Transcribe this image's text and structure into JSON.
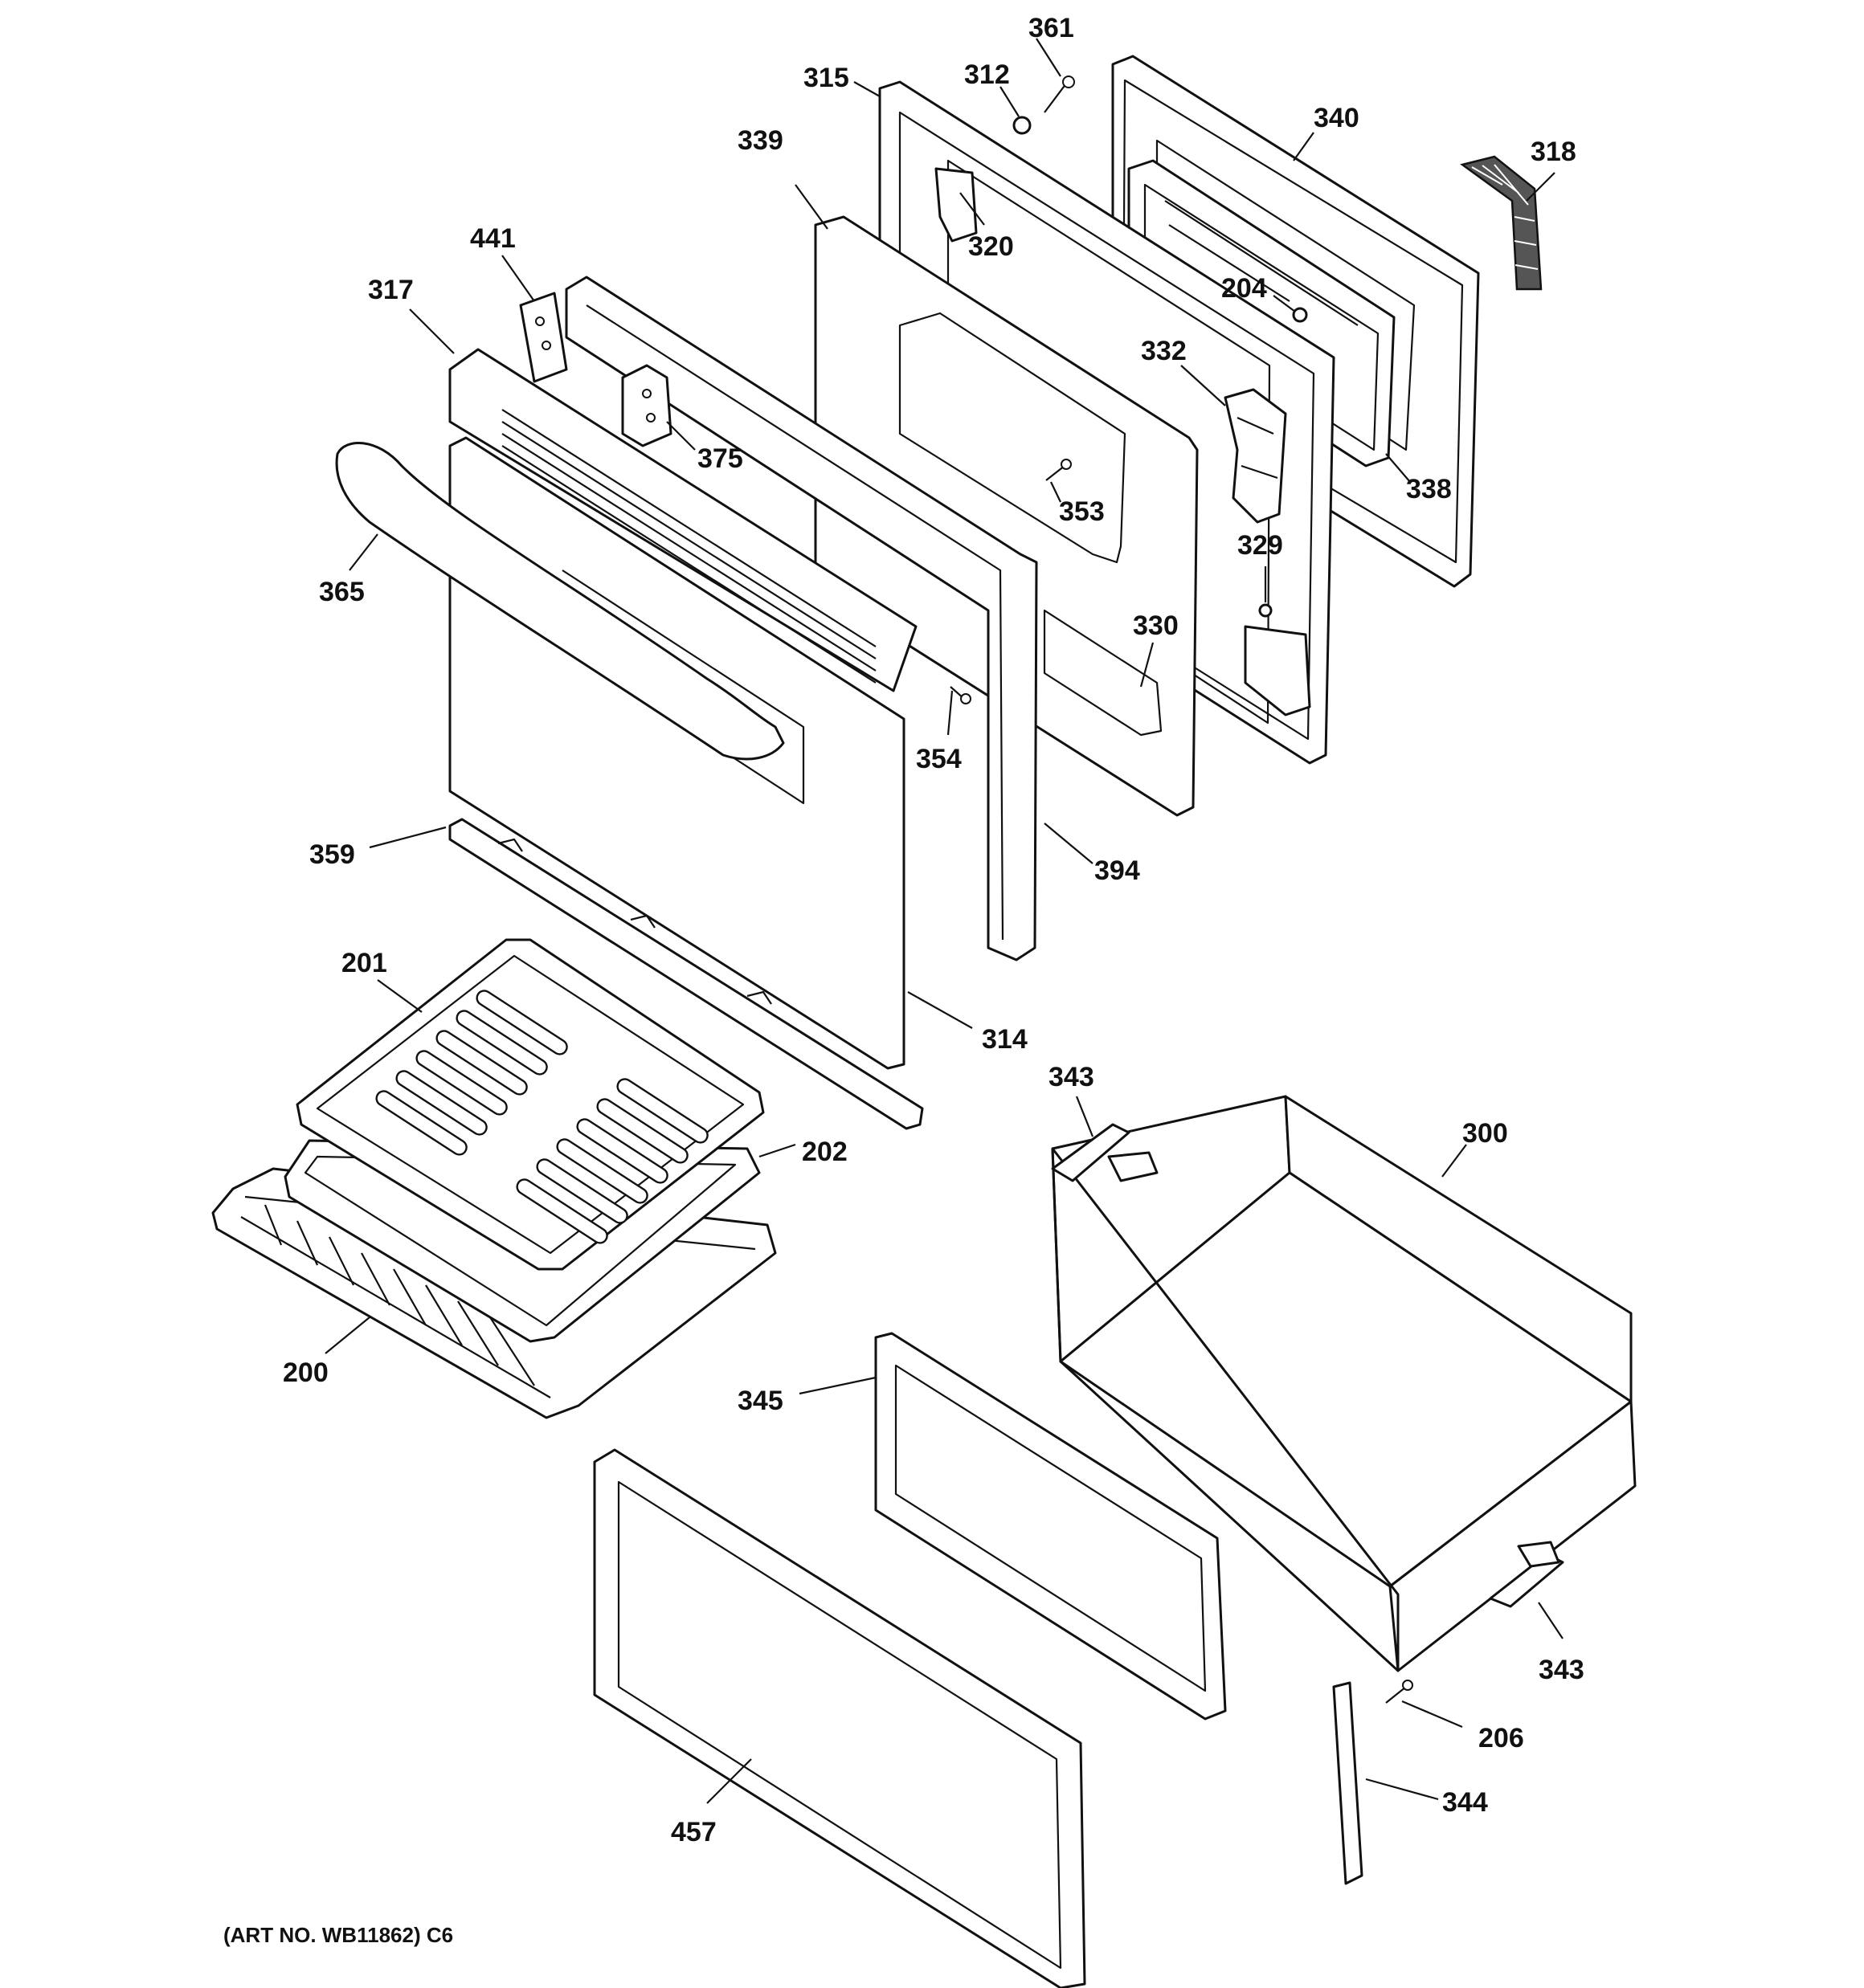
{
  "callouts": [
    {
      "id": "361",
      "label": "361"
    },
    {
      "id": "312",
      "label": "312"
    },
    {
      "id": "315",
      "label": "315"
    },
    {
      "id": "340",
      "label": "340"
    },
    {
      "id": "318",
      "label": "318"
    },
    {
      "id": "339",
      "label": "339"
    },
    {
      "id": "320",
      "label": "320"
    },
    {
      "id": "441",
      "label": "441"
    },
    {
      "id": "204",
      "label": "204"
    },
    {
      "id": "317",
      "label": "317"
    },
    {
      "id": "332",
      "label": "332"
    },
    {
      "id": "375",
      "label": "375"
    },
    {
      "id": "338",
      "label": "338"
    },
    {
      "id": "353",
      "label": "353"
    },
    {
      "id": "365",
      "label": "365"
    },
    {
      "id": "329",
      "label": "329"
    },
    {
      "id": "330",
      "label": "330"
    },
    {
      "id": "354",
      "label": "354"
    },
    {
      "id": "359",
      "label": "359"
    },
    {
      "id": "394",
      "label": "394"
    },
    {
      "id": "201",
      "label": "201"
    },
    {
      "id": "314",
      "label": "314"
    },
    {
      "id": "343a",
      "label": "343"
    },
    {
      "id": "300",
      "label": "300"
    },
    {
      "id": "202",
      "label": "202"
    },
    {
      "id": "200",
      "label": "200"
    },
    {
      "id": "345",
      "label": "345"
    },
    {
      "id": "343b",
      "label": "343"
    },
    {
      "id": "206",
      "label": "206"
    },
    {
      "id": "344",
      "label": "344"
    },
    {
      "id": "457",
      "label": "457"
    }
  ],
  "caption": "(ART NO. WB11862) C6"
}
